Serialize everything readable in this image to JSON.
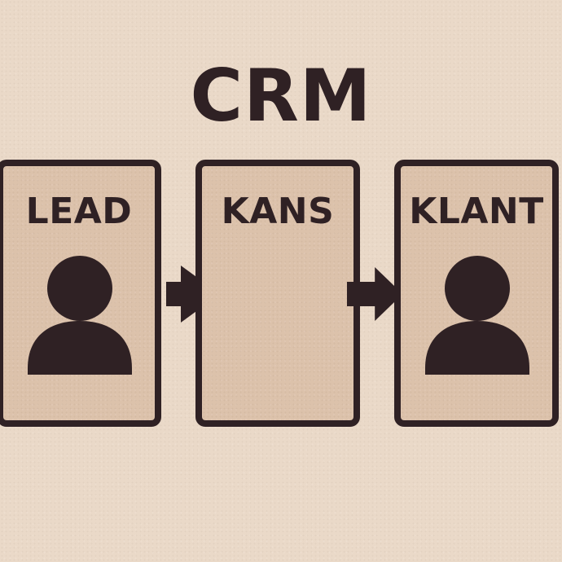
{
  "title": "CRM",
  "stages": [
    {
      "label": "LEAD",
      "icon": "person-icon"
    },
    {
      "label": "KANS",
      "icon": null
    },
    {
      "label": "KLANT",
      "icon": "person-icon"
    }
  ],
  "connectors": [
    "arrow-right-icon",
    "arrow-right-icon"
  ],
  "colors": {
    "background": "#ead9c8",
    "card_fill": "#dcc2ab",
    "ink": "#2f2124"
  }
}
